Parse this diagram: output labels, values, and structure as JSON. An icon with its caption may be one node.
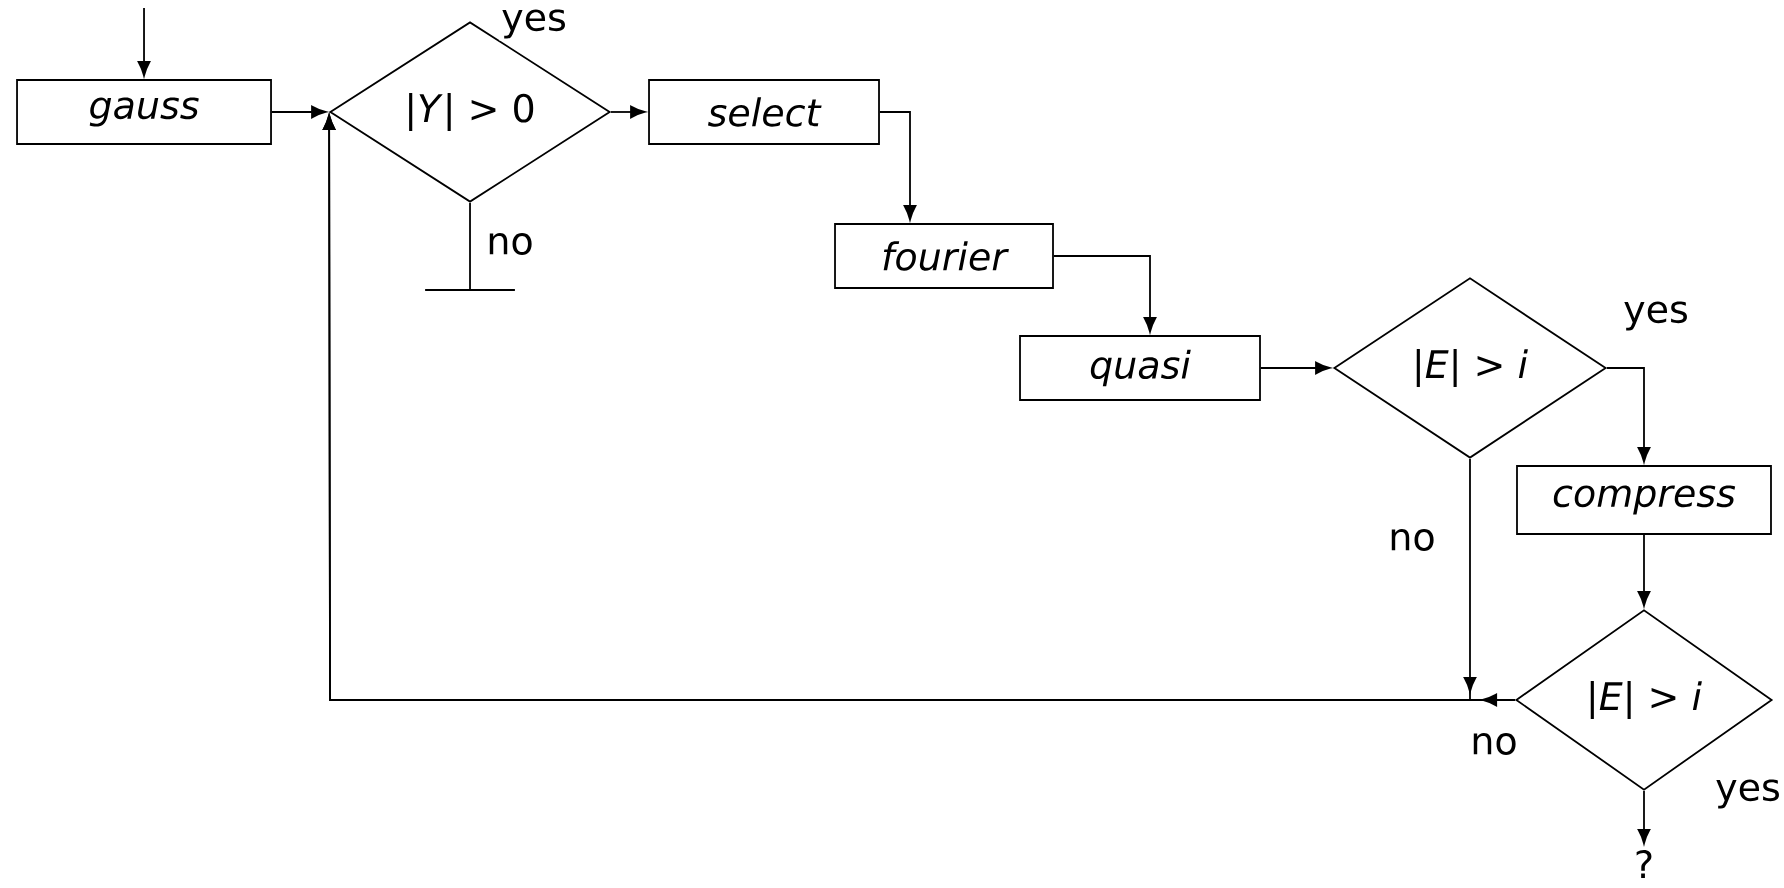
{
  "diagram": {
    "nodes": [
      {
        "text": [
          "gauss"
        ]
      },
      {
        "text": [
          "|*Y*| > 0"
        ]
      },
      {
        "text": [
          "select"
        ]
      },
      {
        "text": [
          "fourier"
        ]
      },
      {
        "text": [
          "quasi"
        ]
      },
      {
        "text": [
          "|*E*| > *i*"
        ]
      },
      {
        "text": [
          "compress"
        ]
      },
      {
        "text": [
          "|*E*| > *i*"
        ]
      },
      {
        "text": [
          "?"
        ]
      },
      {
        "text": [],
        "shape": "bar"
      }
    ],
    "edges": [
      {
        "from": null,
        "to": 0,
        "arrow": "to"
      },
      {
        "from": 0,
        "to": 1,
        "arrow": "to"
      },
      {
        "from": 1,
        "to": 2,
        "arrow": "to",
        "label": "yes"
      },
      {
        "from": 1,
        "to": 9,
        "arrow": "none",
        "label": "no"
      },
      {
        "from": 2,
        "to": 3,
        "arrow": "to"
      },
      {
        "from": 3,
        "to": 4,
        "arrow": "to"
      },
      {
        "from": 4,
        "to": 5,
        "arrow": "to"
      },
      {
        "from": 5,
        "to": 6,
        "arrow": "to",
        "label": "yes"
      },
      {
        "from": 5,
        "to": 1,
        "arrow": "to",
        "label": "no"
      },
      {
        "from": 6,
        "to": 7,
        "arrow": "to"
      },
      {
        "from": 7,
        "to": 1,
        "arrow": "to",
        "label": "no"
      },
      {
        "from": 7,
        "to": 8,
        "arrow": "to",
        "label": "yes"
      }
    ]
  }
}
